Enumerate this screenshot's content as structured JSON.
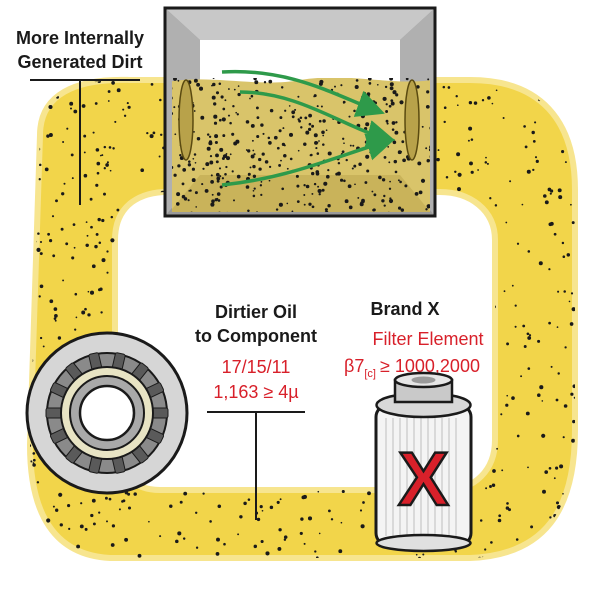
{
  "labels": {
    "dirt_source": [
      "More Internally",
      "Generated Dirt"
    ],
    "component": [
      "Dirtier Oil",
      "to Component"
    ],
    "cleanliness_code": "17/15/11",
    "particle_count": "1,163 ≥ 4µ",
    "brand": "Brand X",
    "filter_element": "Filter Element",
    "beta_symbol": "β7",
    "beta_subscript": "[c]",
    "beta_value": "≥ 1000,2000",
    "filter_mark": "X"
  },
  "colors": {
    "oil": "#f2d54a",
    "oil_light": "#f7e58f",
    "flow_arrow": "#2e9a4a",
    "accent_red": "#d8202a",
    "dirt": "#1a1a1a"
  },
  "icons": {
    "reservoir": "reservoir-tank-icon",
    "bearing": "roller-bearing-icon",
    "filter": "filter-cartridge-icon",
    "flow": "flow-arrow-icon"
  }
}
